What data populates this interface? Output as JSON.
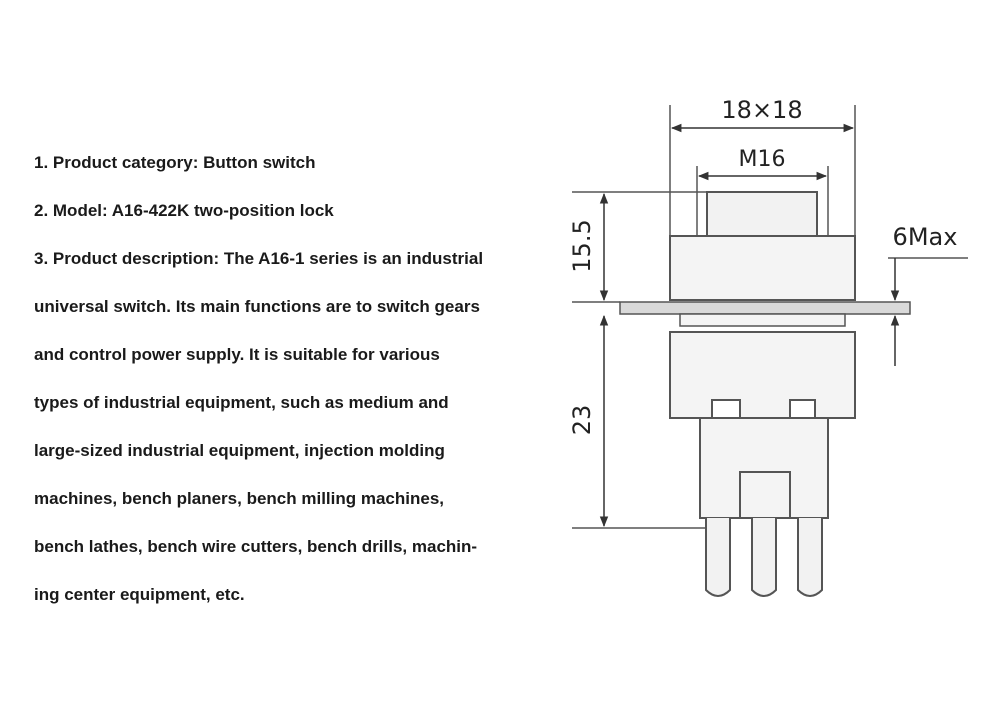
{
  "lines": [
    "1. Product category: Button switch",
    "2. Model: A16-422K two-position lock",
    "3. Product description: The A16-1 series is an industrial",
    "universal switch. Its main functions are to switch gears",
    "and control power supply. It is suitable for various",
    "types of industrial equipment, such as medium and",
    "large-sized industrial equipment, injection molding",
    "machines, bench planers, bench milling machines,",
    "bench lathes, bench wire cutters, bench drills, machin-",
    "ing center equipment, etc."
  ],
  "dimensions": {
    "width": "18×18",
    "thread": "M16",
    "height_top": "15.5",
    "height_bottom": "23",
    "panel": "6Max"
  }
}
